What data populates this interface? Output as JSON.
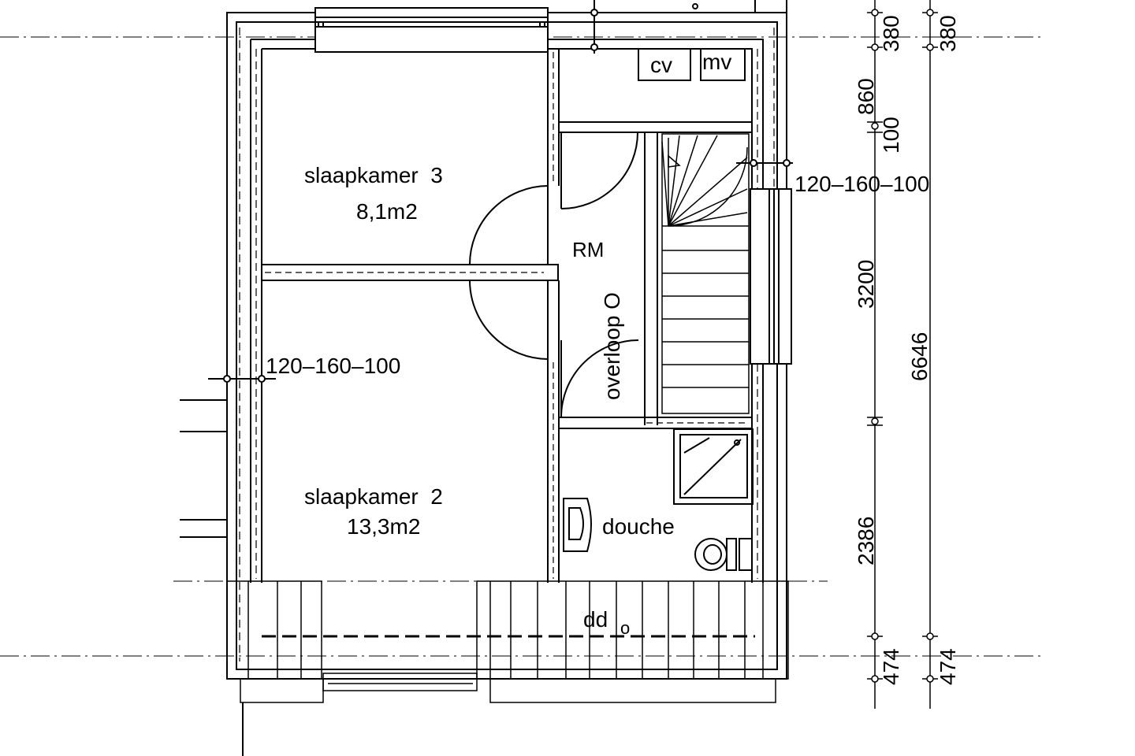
{
  "plan": {
    "rooms": {
      "bedroom3_name": "slaapkamer  3",
      "bedroom3_area": "8,1m2",
      "bedroom2_name": "slaapkamer  2",
      "bedroom2_area": "13,3m2",
      "landing": "overloop O",
      "shower": "douche"
    },
    "fixtures": {
      "cv": "cv",
      "mv": "mv",
      "rm": "RM",
      "dormer": "dd",
      "dormer_mark": "o"
    },
    "wall_spec_left": "120–160–100",
    "wall_spec_right": "120–160–100",
    "dimensions_inner": [
      "380",
      "860",
      "100",
      "3200",
      "2386",
      "474"
    ],
    "dimensions_outer": [
      "380",
      "6646",
      "474"
    ]
  }
}
